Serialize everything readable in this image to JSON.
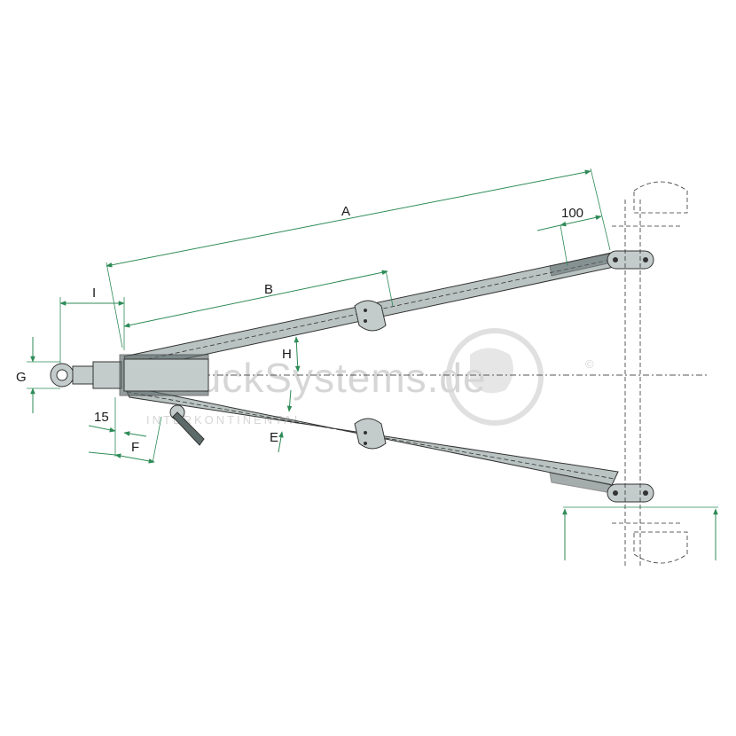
{
  "dimensions": {
    "A": "A",
    "B": "B",
    "I": "I",
    "G": "G",
    "H": "H",
    "E": "E",
    "F": "F",
    "d15": "15",
    "d100": "100"
  },
  "watermark": {
    "brand": "TruckSystems.de",
    "copyright": "©",
    "sub": "INTERKONTINENTAL"
  },
  "colors": {
    "dimension_lines": "#2e8b57",
    "bar_fill": "#b9c3c1",
    "outline": "#333333",
    "watermark": "#d6d6d6"
  }
}
